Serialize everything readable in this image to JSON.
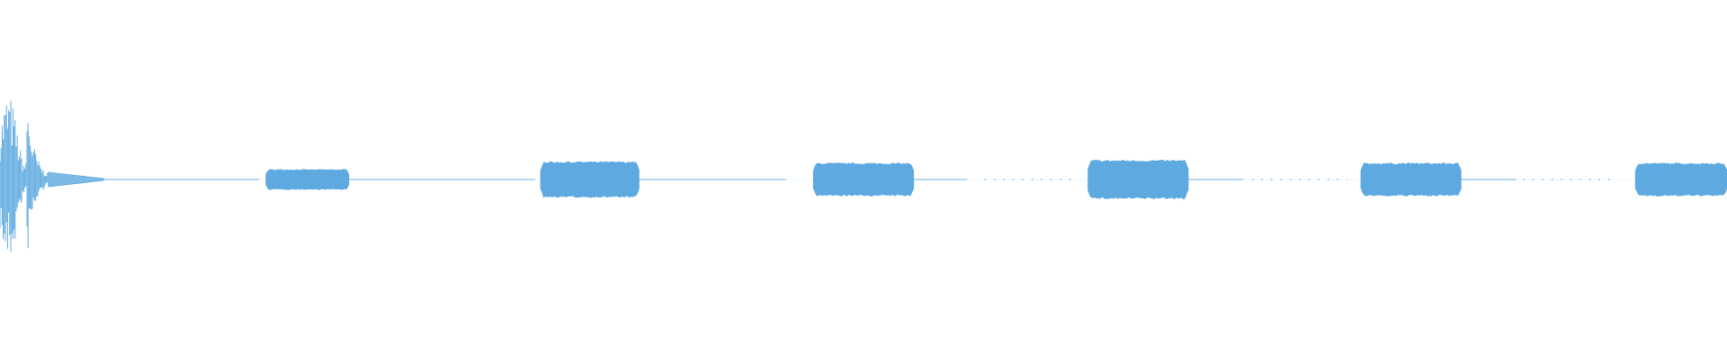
{
  "waveform": {
    "color": "#5DA9E0",
    "background": "#FFFFFF",
    "segments": [
      {
        "label": "",
        "kind": "transient",
        "start": 0.0,
        "end": 0.028,
        "amplitude": 0.24
      },
      {
        "label": "",
        "kind": "tail",
        "start": 0.028,
        "end": 0.06,
        "amplitude": 0.02
      },
      {
        "label": "",
        "kind": "tone",
        "start": 0.154,
        "end": 0.202,
        "amplitude": 0.028
      },
      {
        "label": "",
        "kind": "tone",
        "start": 0.313,
        "end": 0.37,
        "amplitude": 0.05
      },
      {
        "label": "",
        "kind": "tone",
        "start": 0.471,
        "end": 0.529,
        "amplitude": 0.046
      },
      {
        "label": "",
        "kind": "tone",
        "start": 0.63,
        "end": 0.688,
        "amplitude": 0.054
      },
      {
        "label": "",
        "kind": "tone",
        "start": 0.788,
        "end": 0.846,
        "amplitude": 0.046
      },
      {
        "label": "",
        "kind": "tone",
        "start": 0.947,
        "end": 1.0,
        "amplitude": 0.046
      }
    ],
    "faint_lines": [
      {
        "start": 0.06,
        "end": 0.15
      },
      {
        "start": 0.202,
        "end": 0.31
      },
      {
        "start": 0.37,
        "end": 0.455
      },
      {
        "start": 0.529,
        "end": 0.56
      },
      {
        "start": 0.688,
        "end": 0.72
      },
      {
        "start": 0.846,
        "end": 0.878
      }
    ],
    "dot_runs": [
      {
        "start": 0.57,
        "end": 0.62
      },
      {
        "start": 0.725,
        "end": 0.78
      },
      {
        "start": 0.882,
        "end": 0.935
      }
    ]
  }
}
